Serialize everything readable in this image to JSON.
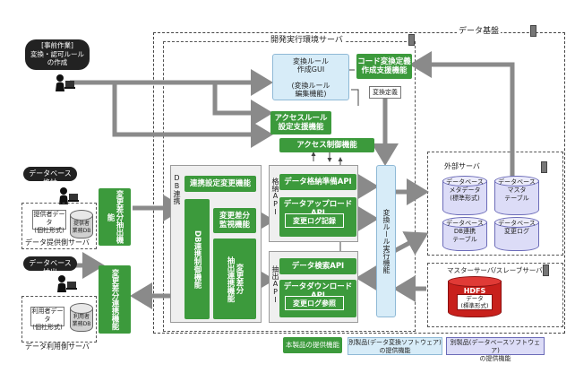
{
  "regions": {
    "data_platform": "データ基盤",
    "dev_server": "開発実行環境サーバ",
    "external_server": "外部サーバ",
    "master_slave_server": "マスターサーバ/スレーブサーバ",
    "provider_server": "データ提供側サーバ",
    "user_server": "データ利用側サーバ",
    "db_link": "DB連携",
    "store_api": "格納API",
    "extract_api": "抽出API"
  },
  "actors": {
    "prep_work": "[事前作業]\n変換・認可ルール\nの作成",
    "db_store": "データベース格納",
    "db_extract": "データベース抽出"
  },
  "provider": {
    "data_doc": "提供者データ\n(個社形式)",
    "db": "提供者\n業務DB",
    "func": "変更差分抽出機能"
  },
  "user": {
    "data_doc": "利用者データ\n(個社形式)",
    "db": "利用者\n業務DB",
    "func": "変更差分連携機能"
  },
  "dev": {
    "gui": "変換ルール\n作成GUI\n\n(変換ルール\n編集機能)",
    "code_support": "コード変換定義\n作成支援機能",
    "conv_def": "変換定義",
    "access_rule": "アクセスルール\n設定支援機能",
    "access_control": "アクセス制御機能",
    "db_link_setting": "連携設定変更機能",
    "db_link_control": "DB連携制御機能",
    "diff_monitor": "変更差分\n監視機能",
    "diff_extract_link": "変更差分\n抽出連携機能",
    "store_prep": "データ格納準備API",
    "upload": "データアップロードAPI",
    "log_record": "変更ログ記録",
    "search": "データ検索API",
    "download": "データダウンロードAPI",
    "log_ref": "変更ログ参照",
    "rule_exec": "変換ルール実行機能"
  },
  "external": {
    "meta": "データベース\nメタデータ\n(標準形式)",
    "master_table": "データベース\nマスタ\nテーブル",
    "db_link_table": "データベース\nDB連携\nテーブル",
    "change_log": "データベース\n変更ログ"
  },
  "hdfs": {
    "title": "HDFS",
    "data": "データ\n(標準形式)"
  },
  "legend": {
    "this_product": "本製品の提供機能",
    "other_conv": "別製品(データ変換ソフトウェア)\nの提供機能",
    "other_db": "別製品(データベースソフトウェア)\nの提供機能"
  },
  "colors": {
    "this_product": "#3c9a3c",
    "conversion_product": "#d7ecf8",
    "database_product": "#dcdcf7"
  }
}
